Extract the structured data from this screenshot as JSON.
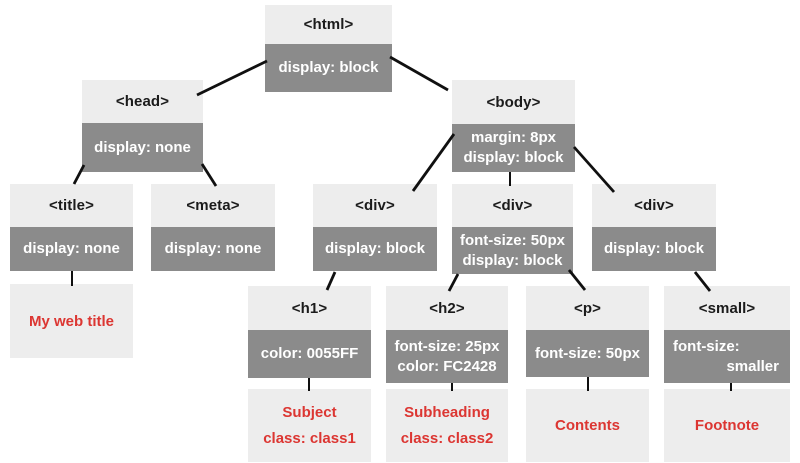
{
  "diagram": {
    "description": "DOM tree with CSS display properties",
    "colors": {
      "node_header_bg": "#ededed",
      "node_props_bg": "#8b8b8b",
      "props_text": "#ffffff",
      "tag_text": "#1b1b1b",
      "leaf_text": "#dc3632",
      "edge": "#101010"
    },
    "nodes": [
      {
        "id": "html",
        "tag": "<html>",
        "props": [
          "display: block"
        ]
      },
      {
        "id": "head",
        "tag": "<head>",
        "props": [
          "display: none"
        ]
      },
      {
        "id": "body",
        "tag": "<body>",
        "props": [
          "margin: 8px",
          "display: block"
        ]
      },
      {
        "id": "title",
        "tag": "<title>",
        "props": [
          "display: none"
        ]
      },
      {
        "id": "meta",
        "tag": "<meta>",
        "props": [
          "display: none"
        ]
      },
      {
        "id": "div1",
        "tag": "<div>",
        "props": [
          "display: block"
        ]
      },
      {
        "id": "div2",
        "tag": "<div>",
        "props": [
          "font-size: 50px",
          "display: block"
        ]
      },
      {
        "id": "div3",
        "tag": "<div>",
        "props": [
          "display: block"
        ]
      },
      {
        "id": "h1",
        "tag": "<h1>",
        "props": [
          "color: 0055FF"
        ]
      },
      {
        "id": "h2",
        "tag": "<h2>",
        "props": [
          "font-size: 25px",
          "color: FC2428"
        ]
      },
      {
        "id": "p",
        "tag": "<p>",
        "props": [
          "font-size: 50px"
        ]
      },
      {
        "id": "small",
        "tag": "<small>",
        "props": [
          "font-size:",
          "smaller"
        ]
      }
    ],
    "leaves": [
      {
        "id": "webtitle",
        "lines": [
          "My web title"
        ]
      },
      {
        "id": "subject",
        "lines": [
          "Subject",
          "class: class1"
        ]
      },
      {
        "id": "subheading",
        "lines": [
          "Subheading",
          "class: class2"
        ]
      },
      {
        "id": "contents",
        "lines": [
          "Contents"
        ]
      },
      {
        "id": "footnote",
        "lines": [
          "Footnote"
        ]
      }
    ],
    "edges": [
      [
        "html",
        "head"
      ],
      [
        "html",
        "body"
      ],
      [
        "head",
        "title"
      ],
      [
        "head",
        "meta"
      ],
      [
        "title",
        "webtitle"
      ],
      [
        "body",
        "div1"
      ],
      [
        "body",
        "div2"
      ],
      [
        "body",
        "div3"
      ],
      [
        "div1",
        "h1"
      ],
      [
        "div2",
        "h2"
      ],
      [
        "div2",
        "p"
      ],
      [
        "div3",
        "small"
      ],
      [
        "h1",
        "subject"
      ],
      [
        "h2",
        "subheading"
      ],
      [
        "p",
        "contents"
      ],
      [
        "small",
        "footnote"
      ]
    ]
  }
}
